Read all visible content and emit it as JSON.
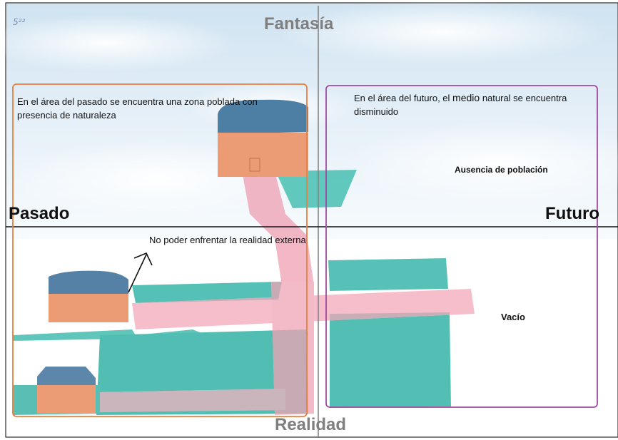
{
  "axes": {
    "top": "Fantasía",
    "bottom": "Realidad",
    "left": "Pasado",
    "right": "Futuro"
  },
  "corner_mark": "5²²",
  "past_box_text": "En el área del pasado se encuentra una zona poblada con presencia de naturaleza",
  "future_box_text_a": "En el área del futuro, el",
  "future_box_text_b": "medio",
  "future_box_text_c": "natural se encuentra disminuido",
  "absence_label": "Ausencia de población",
  "void_label": "Vacío",
  "reality_label": "No poder enfrentar la realidad externa",
  "colors": {
    "past_box": "#e8803c",
    "future_box": "#a04aa0",
    "axis_gray": "#7f7f7f",
    "teal": "#34b3a8",
    "roof": "#4a7aa0",
    "wall": "#e8a07a",
    "pink": "#e69aa8"
  }
}
